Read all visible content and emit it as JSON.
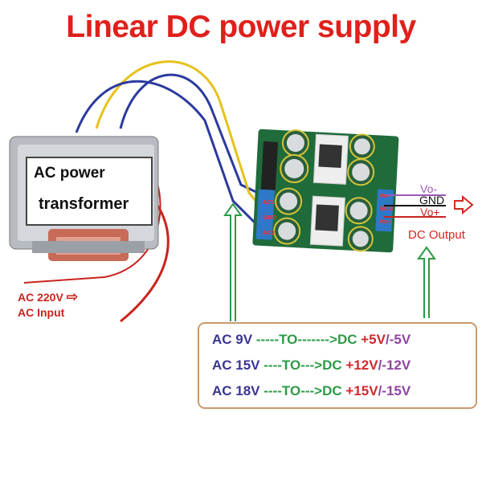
{
  "title": "Linear DC power supply",
  "transformer": {
    "line1": "AC power",
    "line2": "transformer"
  },
  "ac_input": {
    "line1": "AC 220V",
    "arrow": "⇨",
    "line2": "AC Input"
  },
  "board": {
    "input_terminals": [
      "AC1",
      "GND",
      "AC2"
    ],
    "output_terminals": [
      "Vo-",
      "GND",
      "Vo+"
    ]
  },
  "output": {
    "labels": [
      "Vo-",
      "GND",
      "Vo+"
    ],
    "caption": "DC Output",
    "arrow": "⇨"
  },
  "conversions": [
    {
      "ac": "AC 9V",
      "to": " -----TO------->DC ",
      "pos": "+5V",
      "slash": "/",
      "neg": "-5V"
    },
    {
      "ac": "AC 15V",
      "to": " ----TO--->DC ",
      "pos": "+12V",
      "slash": "/",
      "neg": "-12V"
    },
    {
      "ac": "AC 18V",
      "to": " ----TO--->DC ",
      "pos": "+15V",
      "slash": "/",
      "neg": "-15V"
    }
  ],
  "colors": {
    "title": "#e0201b",
    "ac": "#3a3592",
    "to": "#2d9a47",
    "pos": "#d02a2a",
    "neg": "#8e46a0",
    "pcb": "#1f6b3a"
  }
}
